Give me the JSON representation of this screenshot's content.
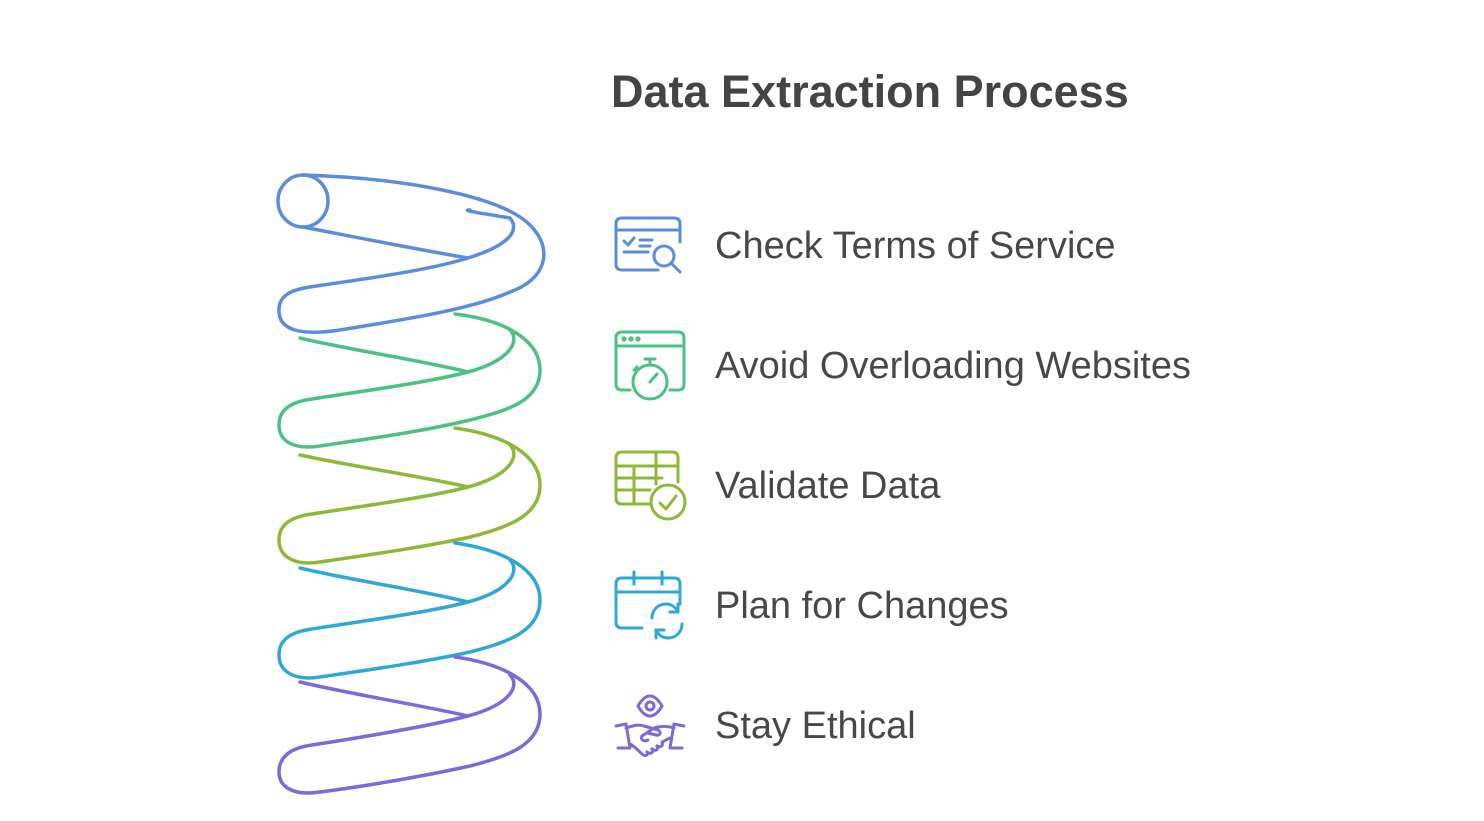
{
  "title": "Data Extraction Process",
  "steps": [
    {
      "label": "Check Terms of Service",
      "icon": "browser-search-icon",
      "color": "#5B8DDB"
    },
    {
      "label": "Avoid Overloading Websites",
      "icon": "browser-stopwatch-icon",
      "color": "#4CC184"
    },
    {
      "label": "Validate Data",
      "icon": "table-check-icon",
      "color": "#8DB839"
    },
    {
      "label": "Plan for Changes",
      "icon": "calendar-refresh-icon",
      "color": "#2FA9D4"
    },
    {
      "label": "Stay Ethical",
      "icon": "eye-handshake-icon",
      "color": "#7B6AD8"
    }
  ]
}
